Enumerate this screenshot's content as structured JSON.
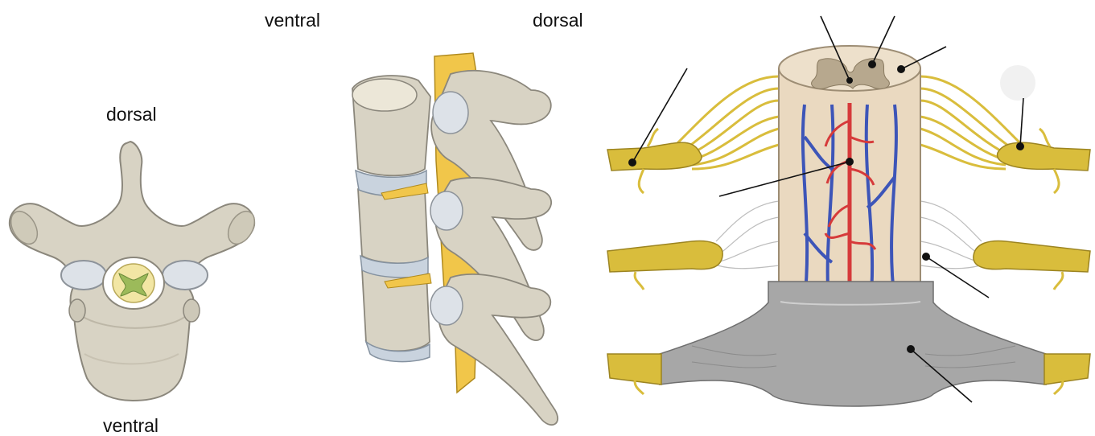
{
  "labels": {
    "top_view_dorsal": "dorsal",
    "top_view_ventral": "ventral",
    "side_view_ventral": "ventral",
    "side_view_dorsal": "dorsal"
  },
  "colors": {
    "bone": "#d8d3c4",
    "bone_outline": "#8b877c",
    "disc": "#c9d3de",
    "spinal_cord": "#ead9c0",
    "grey_matter": "#b7a88e",
    "nerve": "#d9bd3c",
    "nerve_outline": "#9c8420",
    "artery": "#d63a3a",
    "vein": "#3d55b8",
    "dura": "#a7a7a7"
  },
  "icons": [
    "vertebra-top-view-illustration",
    "vertebral-column-side-view-illustration",
    "spinal-cord-illustration"
  ]
}
